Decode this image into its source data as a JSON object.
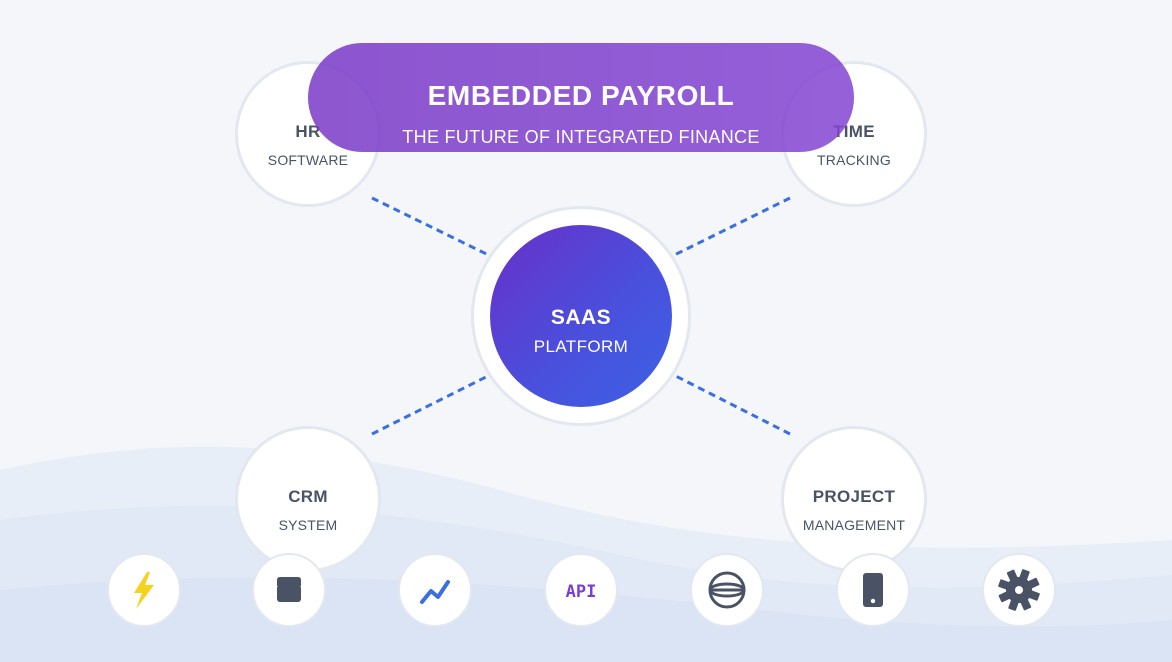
{
  "banner": {
    "title": "EMBEDDED PAYROLL",
    "subtitle": "THE FUTURE OF INTEGRATED FINANCE",
    "color": "#7b3bc8"
  },
  "hub": {
    "title": "SAAS",
    "subtitle": "PLATFORM",
    "gradient": [
      "#6a2fc8",
      "#3b62e4"
    ]
  },
  "nodes": [
    {
      "id": "hr",
      "title": "HR",
      "subtitle": "SOFTWARE"
    },
    {
      "id": "time",
      "title": "TIME",
      "subtitle": "TRACKING"
    },
    {
      "id": "crm",
      "title": "CRM",
      "subtitle": "SYSTEM"
    },
    {
      "id": "project",
      "title": "PROJECT",
      "subtitle": "MANAGEMENT"
    }
  ],
  "connector_color": "#3a6fdf",
  "tools": [
    {
      "icon": "lightning-icon",
      "color": "#f5d21e"
    },
    {
      "icon": "stack-icon",
      "color": "#4a5366"
    },
    {
      "icon": "trend-chart-icon",
      "color": "#3a6fdf"
    },
    {
      "icon": "api-icon",
      "label": "API",
      "color": "#7b3fd0"
    },
    {
      "icon": "globe-icon",
      "color": "#4a5366"
    },
    {
      "icon": "mobile-phone-icon",
      "color": "#4a5366"
    },
    {
      "icon": "gear-icon",
      "color": "#4a5366"
    }
  ]
}
